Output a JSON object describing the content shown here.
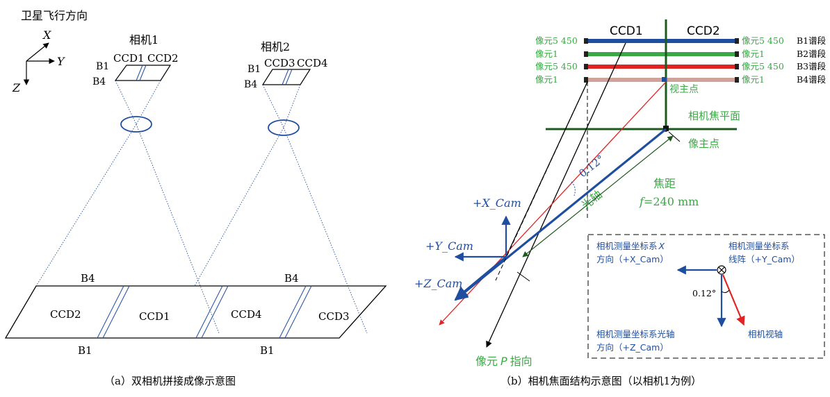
{
  "colors": {
    "black": "#000000",
    "blue": "#1f4e9e",
    "green": "#3aa845",
    "red": "#e02424",
    "darkgreen": "#1e5a1e",
    "pink": "#cfa39a",
    "gray": "#555555"
  },
  "left": {
    "title": "卫星飞行方向",
    "axis_x": "X",
    "axis_y": "Y",
    "axis_z": "Z",
    "cam1_name": "相机1",
    "cam1_ccd_a": "CCD1",
    "cam1_ccd_b": "CCD2",
    "cam2_name": "相机2",
    "cam2_ccd_a": "CCD3",
    "cam2_ccd_b": "CCD4",
    "band_top": "B1",
    "band_bottom": "B4",
    "ground_ccd2": "CCD2",
    "ground_ccd1": "CCD1",
    "ground_ccd4": "CCD4",
    "ground_ccd3": "CCD3",
    "ground_b4": "B4",
    "ground_b1": "B1",
    "caption": "（a）双相机拼接成像示意图"
  },
  "right": {
    "ccd1": "CCD1",
    "ccd2": "CCD2",
    "bands": [
      {
        "left": "像元5 450",
        "right": "像元5 450",
        "band": "B1谱段",
        "color": "#1f4e9e"
      },
      {
        "left": "像元1",
        "right": "像元1",
        "band": "B2谱段",
        "color": "#3aa845"
      },
      {
        "left": "像元5 450",
        "right": "像元5 450",
        "band": "B3谱段",
        "color": "#e02424"
      },
      {
        "left": "像元1",
        "right": "像元1",
        "band": "B4谱段",
        "color": "#cfa39a"
      }
    ],
    "principal_point_view": "视主点",
    "focal_plane": "相机焦平面",
    "principal_point_image": "像主点",
    "focal_length_label": "焦距",
    "focal_length_prefix": "f",
    "focal_length_value": "=240 mm",
    "optical_axis": "光轴",
    "angle": "0.12°",
    "plus_x": "+X_Cam",
    "plus_y": "+Y_Cam",
    "plus_z": "+Z_Cam",
    "pixel_p_pre": "像元",
    "pixel_p_var": "P",
    "pixel_p_post": "指向",
    "inset": {
      "x_line1": "相机测量坐标系",
      "x_line1_var": "X",
      "x_line2": "方向（+X_Cam）",
      "y_line1": "相机测量坐标系",
      "y_line2": "线阵（+Y_Cam）",
      "angle": "0.12°",
      "z_line1": "相机测量坐标系光轴",
      "z_line2": "方向（+Z_Cam）",
      "view_axis": "相机视轴"
    },
    "caption": "（b）相机焦面结构示意图（以相机1为例）"
  }
}
